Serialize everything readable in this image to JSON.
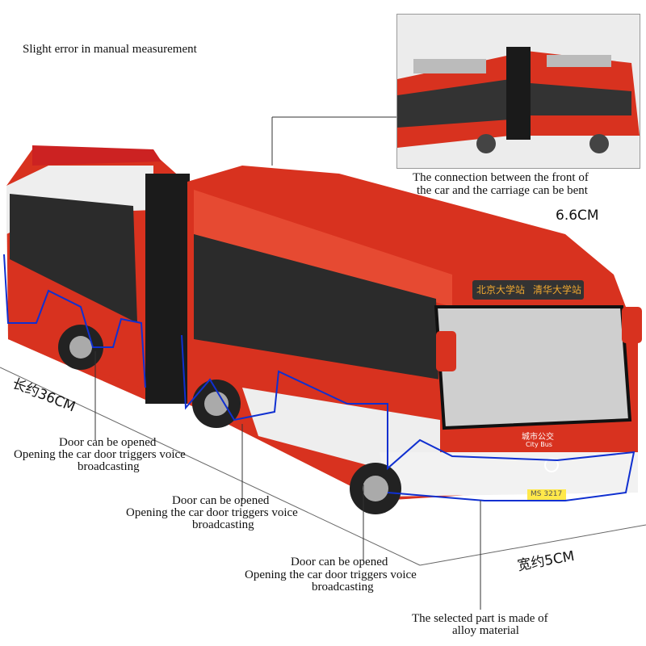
{
  "note_top": "Slight error in manual measurement",
  "inset_caption": [
    "The connection between the front of",
    "the car and the carriage can be bent"
  ],
  "dimensions": {
    "height": "6.6CM",
    "length": "长约36CM",
    "width": "宽约5CM"
  },
  "door_notes": [
    {
      "line1": "Door can be opened",
      "line2": "Opening the car door triggers voice",
      "line3": "broadcasting"
    },
    {
      "line1": "Door can be opened",
      "line2": "Opening the car door triggers voice",
      "line3": "broadcasting"
    },
    {
      "line1": "Door can be opened",
      "line2": "Opening the car door triggers voice",
      "line3": "broadcasting"
    }
  ],
  "alloy_note": [
    "The selected part is made of",
    "alloy material"
  ],
  "bus": {
    "destination_1": "北京大学站",
    "destination_2": "清华大学站",
    "front_label_cn": "城市公交",
    "front_label_en": "City Bus",
    "plate": "MS 3217",
    "colors": {
      "body": "#d8321f",
      "white": "#f2f2f2",
      "glass": "#2a2a2a",
      "outline": "#1030d0"
    }
  }
}
